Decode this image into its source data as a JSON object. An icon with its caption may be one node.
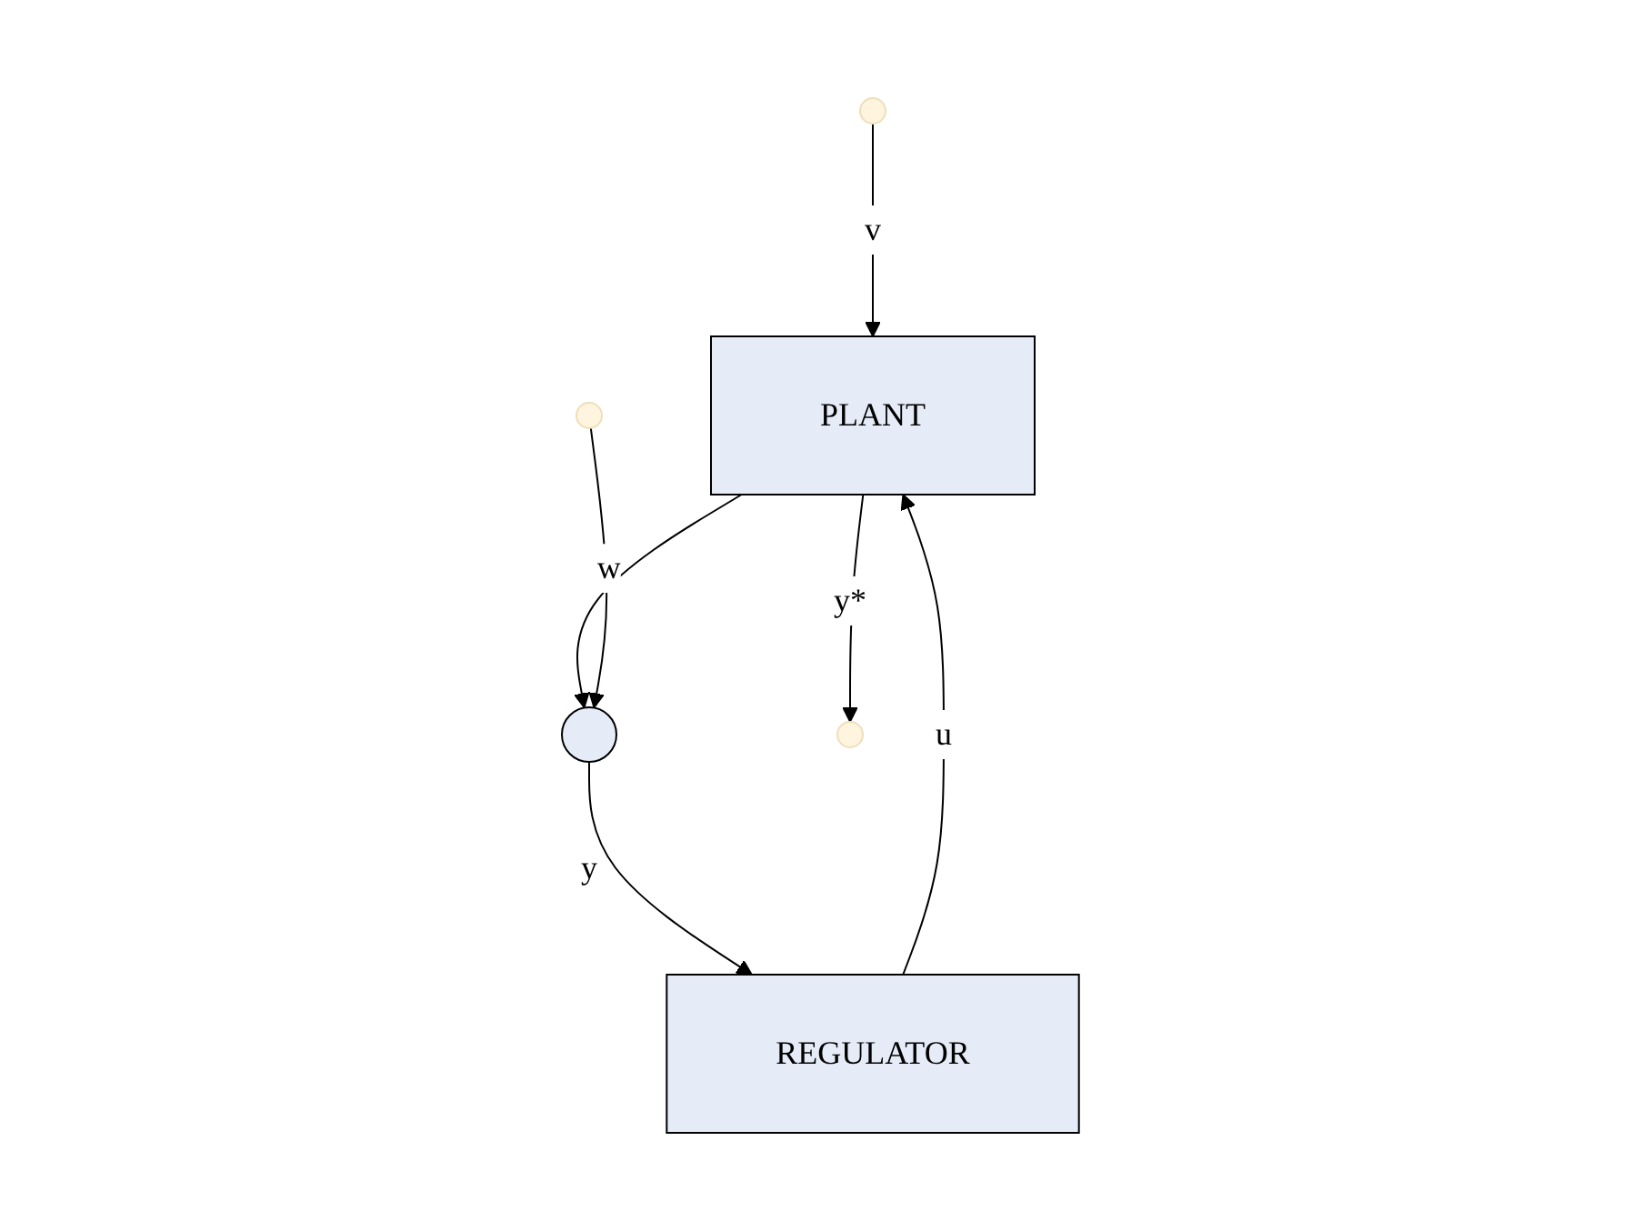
{
  "diagram": {
    "nodes": [
      {
        "text": [
          "PLANT"
        ]
      },
      {
        "text": [
          "REGULATOR"
        ]
      },
      {
        "text": [],
        "shape": "circle"
      }
    ],
    "edges": [
      {
        "from": null,
        "to": 0,
        "arrow": "to",
        "label": "v"
      },
      {
        "from": 1,
        "to": 0,
        "arrow": "to",
        "label": "u"
      },
      {
        "from": 0,
        "to": null,
        "arrow": "to",
        "label": "y*"
      },
      {
        "from": 0,
        "to": 2,
        "arrow": "to"
      },
      {
        "from": null,
        "to": 2,
        "arrow": "to",
        "label": "w"
      },
      {
        "from": 2,
        "to": 1,
        "arrow": "to",
        "label": "y"
      }
    ]
  }
}
